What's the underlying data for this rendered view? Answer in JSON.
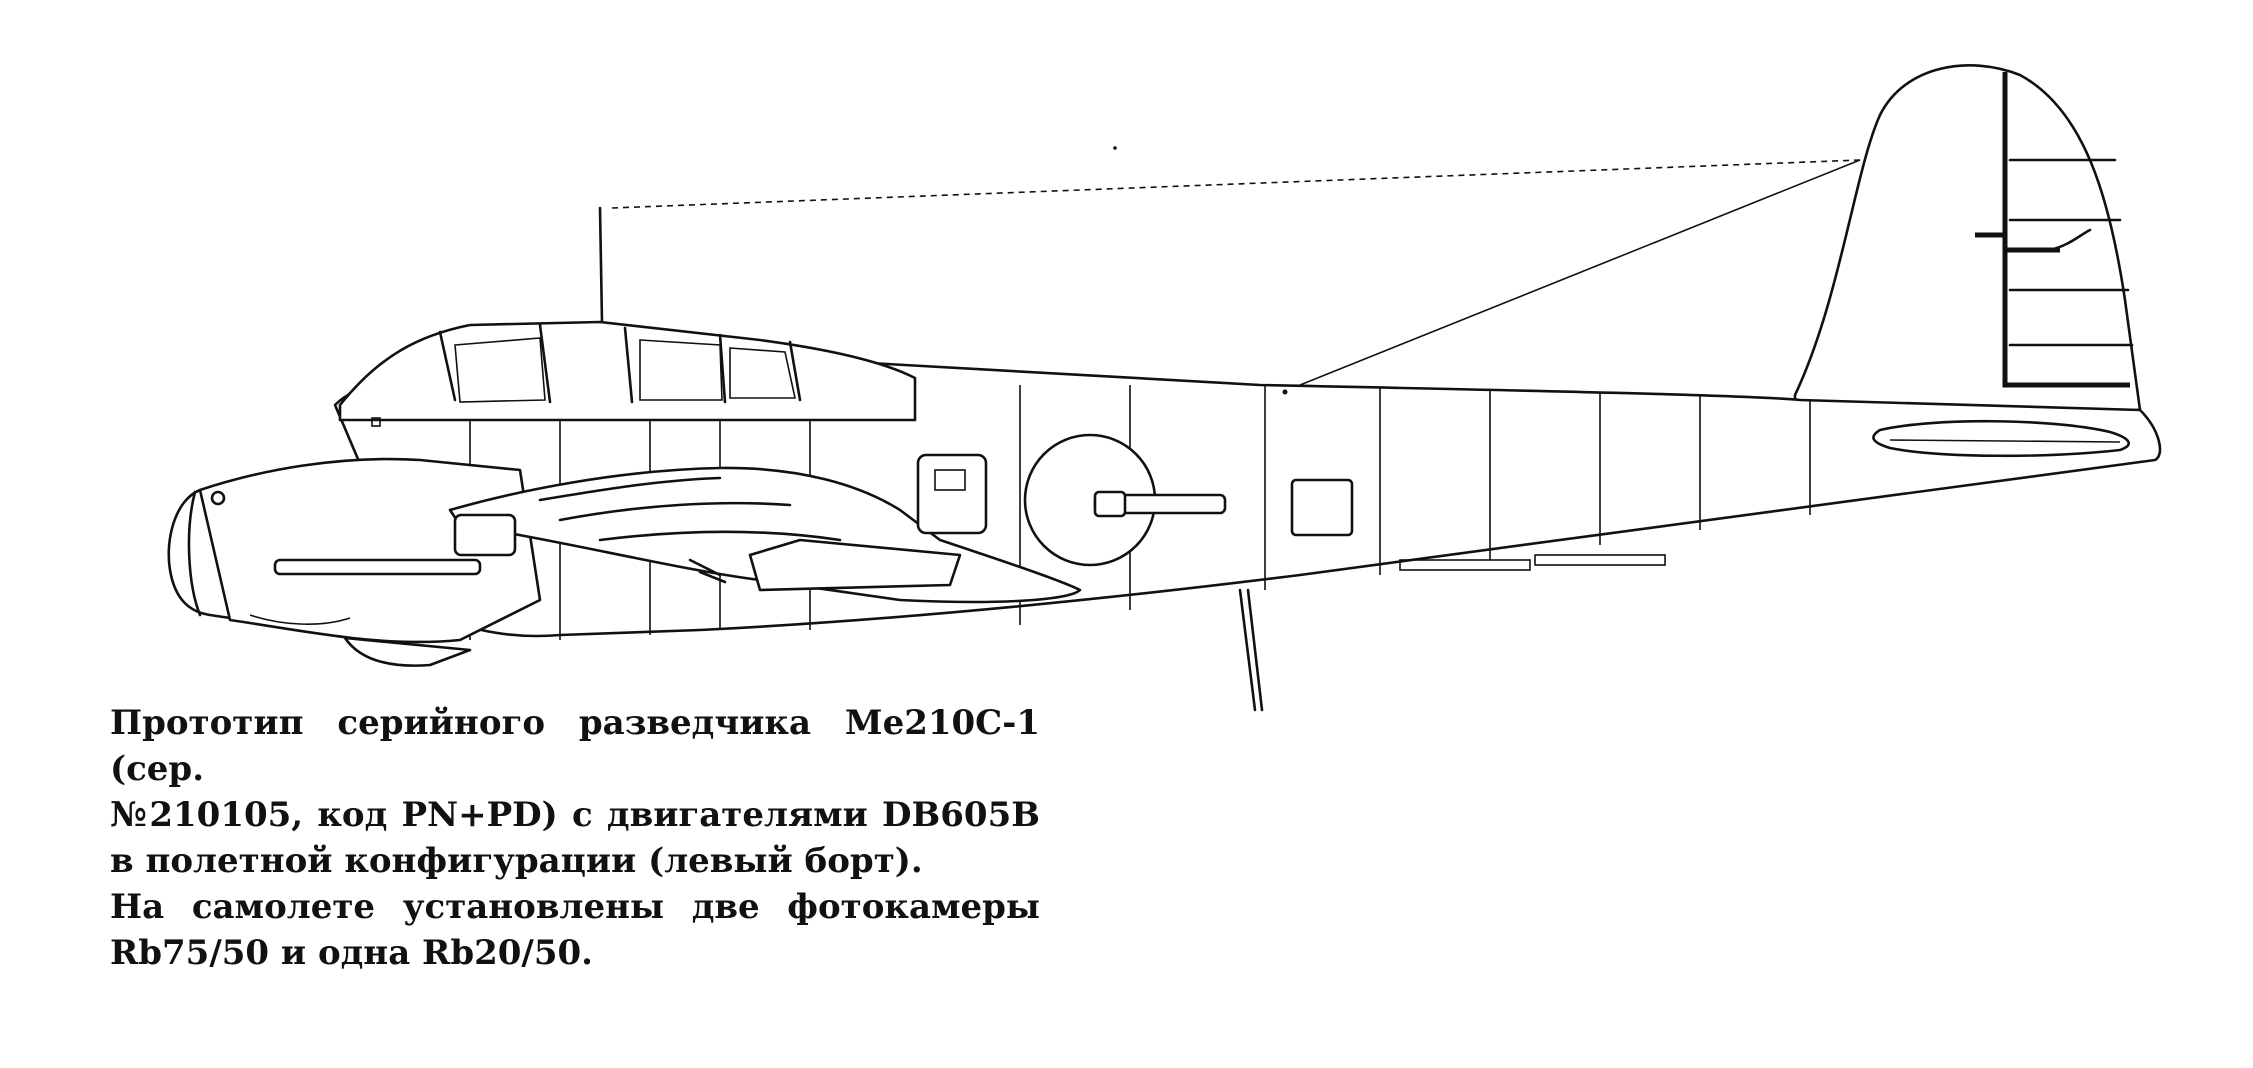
{
  "caption": {
    "line1": "Прототип серийного разведчика Ме210С-1 (сер.",
    "line2": "№210105, код PN+PD) с двигателями DB605B",
    "line3": "в полетной конфигурации (левый борт).",
    "line4": "На самолете установлены две фотокамеры",
    "line5": "Rb75/50 и одна Rb20/50."
  }
}
